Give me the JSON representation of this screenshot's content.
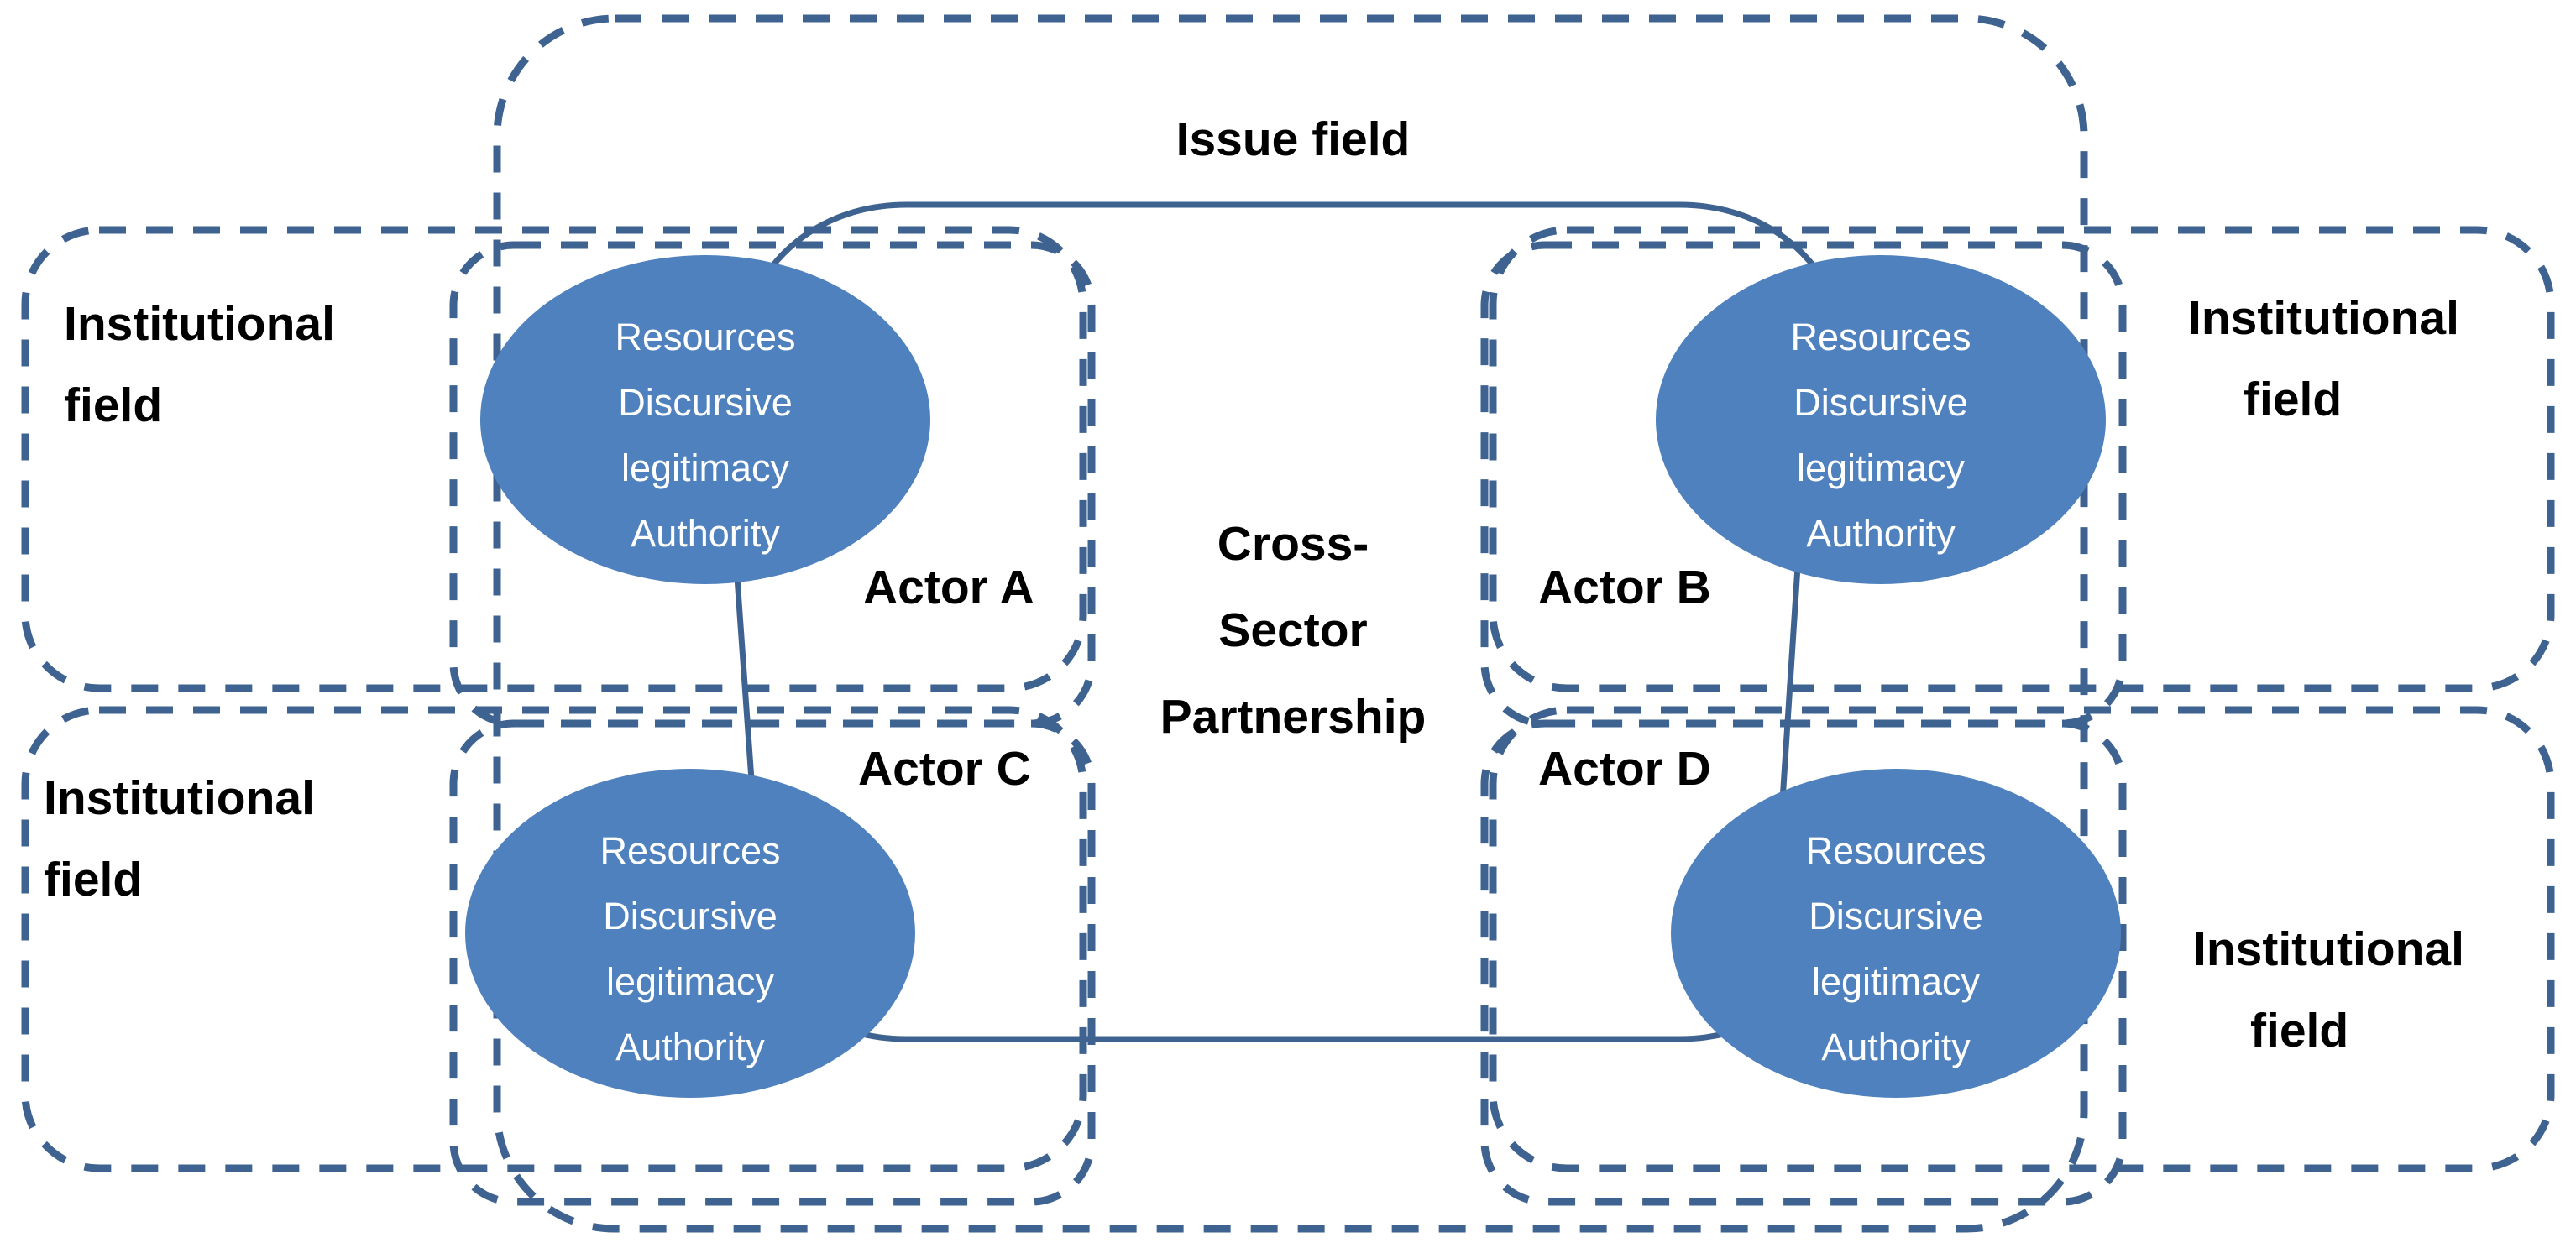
{
  "diagram": {
    "title_label": "Issue field",
    "center_label_lines": [
      "Cross-",
      "Sector",
      "Partnership"
    ],
    "center_label_text": "Cross-Sector Partnership",
    "colors": {
      "ellipse_fill": "#4E81BD",
      "dashed_stroke": "#3F6391",
      "solid_stroke": "#3F6391",
      "text_dark": "#000000",
      "text_light": "#FFFFFF",
      "background": "#FFFFFF"
    },
    "ellipse_capability_lines": [
      "Resources",
      "Discursive",
      "legitimacy",
      "Authority"
    ],
    "institutional_fields": [
      {
        "id": "inst-field-top-left",
        "line1": "Institutional",
        "line2": "field"
      },
      {
        "id": "inst-field-top-right",
        "line1": "Institutional",
        "line2": "field"
      },
      {
        "id": "inst-field-bottom-left",
        "line1": "Institutional",
        "line2": "field"
      },
      {
        "id": "inst-field-bottom-right",
        "line1": "Institutional",
        "line2": "field"
      }
    ],
    "actors": [
      {
        "id": "actor-a",
        "label": "Actor A",
        "capabilities": [
          "Resources",
          "Discursive",
          "legitimacy",
          "Authority"
        ]
      },
      {
        "id": "actor-b",
        "label": "Actor B",
        "capabilities": [
          "Resources",
          "Discursive",
          "legitimacy",
          "Authority"
        ]
      },
      {
        "id": "actor-c",
        "label": "Actor C",
        "capabilities": [
          "Resources",
          "Discursive",
          "legitimacy",
          "Authority"
        ]
      },
      {
        "id": "actor-d",
        "label": "Actor D",
        "capabilities": [
          "Resources",
          "Discursive",
          "legitimacy",
          "Authority"
        ]
      }
    ]
  }
}
